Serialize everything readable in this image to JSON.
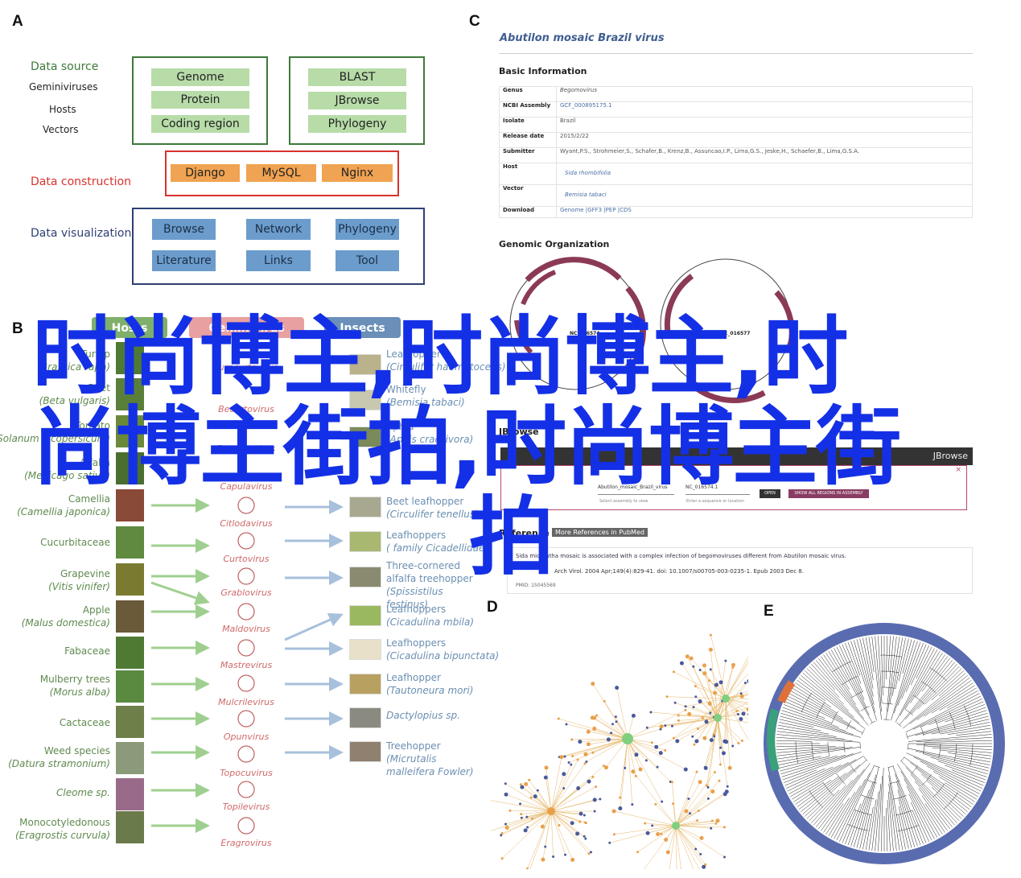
{
  "panel_labels": {
    "a": "A",
    "b": "B",
    "c": "C",
    "d": "D",
    "e": "E"
  },
  "panelA": {
    "data_source": "Data source",
    "source_items": [
      "Geminiviruses",
      "Hosts",
      "Vectors"
    ],
    "db_buttons": [
      "Genome",
      "Protein",
      "Coding region"
    ],
    "tool_buttons": [
      "BLAST",
      "JBrowse",
      "Phylogeny"
    ],
    "data_construction": "Data construction",
    "construction_buttons": [
      "Django",
      "MySQL",
      "Nginx"
    ],
    "data_visualization": "Data visualization",
    "vis_buttons": [
      "Browse",
      "Network",
      "Phylogeny",
      "Literature",
      "Links",
      "Tool"
    ],
    "colors": {
      "green": "#3d7a3a",
      "red": "#d9322c",
      "navy": "#2f3f74"
    }
  },
  "panelC": {
    "title": "Abutilon mosaic Brazil virus",
    "basic_info_heading": "Basic Information",
    "info_rows": [
      {
        "key": "Genus",
        "value": "Begomovirus"
      },
      {
        "key": "NCBI Assembly",
        "value": "GCF_000895175.1"
      },
      {
        "key": "Isolate",
        "value": "Brazil"
      },
      {
        "key": "Release date",
        "value": "2015/2/22"
      },
      {
        "key": "Submitter",
        "value": "Wyant,P.S., Strohmeier,S., Schafer,B., Krenz,B., Assuncao,I.P., Lima,G.S., Jeske,H., Schaefer,B., Lima,G.S.A."
      },
      {
        "key": "Host",
        "value": "Sida rhombifolia"
      },
      {
        "key": "Vector",
        "value": "Bemisia tabaci"
      },
      {
        "key": "Download",
        "value": "Genome |GFF3 |PEP |CDS"
      }
    ],
    "genomic_org_heading": "Genomic Organization",
    "plasmid_labels": [
      "NC_016574",
      "NC_016577"
    ],
    "jbrowse_heading": "JBrowse",
    "jbrowse_badge": "JBrowse",
    "jbrowse_assembly": "Abutilon_mosaic_Brazil_virus",
    "jbrowse_locus": "NC_016574.1",
    "jbrowse_hint_left": "Select assembly to view",
    "jbrowse_hint_right": "Enter a sequence or location",
    "jbrowse_open": "OPEN",
    "jbrowse_show_all": "SHOW ALL REGIONS IN ASSEMBLY",
    "refs_heading": "Reference",
    "refs_button": "More References in PubMed",
    "ref_line1": "Sida micrantha mosaic is associated with a complex infection of begomoviruses different from Abutilon mosaic virus.",
    "ref_line2": "Arch Virol. 2004 Apr;149(4):829-41. doi: 10.1007/s00705-003-0235-1. Epub 2003 Dec 8.",
    "ref_line3": "PMID: 15045569"
  },
  "panelB": {
    "headers": [
      "Hosts",
      "Geminivirus",
      "Insects"
    ],
    "header_colors": [
      "#7fb06b",
      "#e9a0a0",
      "#6a8fb8"
    ],
    "hosts": [
      {
        "name": "Turnip",
        "sci": "(Brassica rapa)"
      },
      {
        "name": "Beet",
        "sci": "(Beta vulgaris)"
      },
      {
        "name": "Tomato",
        "sci": "(Solanum lycopersicum)"
      },
      {
        "name": "Alfalfa",
        "sci": "(Medicago sativa)"
      },
      {
        "name": "Camellia",
        "sci": "(Camellia japonica)"
      },
      {
        "name": "Cucurbitaceae",
        "sci": ""
      },
      {
        "name": "Grapevine",
        "sci": "(Vitis vinifer)"
      },
      {
        "name": "Apple",
        "sci": "(Malus domestica)"
      },
      {
        "name": "Fabaceae",
        "sci": ""
      },
      {
        "name": "Mulberry trees",
        "sci": "(Morus alba)"
      },
      {
        "name": "Cactaceae",
        "sci": ""
      },
      {
        "name": "Weed species",
        "sci": "(Datura stramonium)"
      },
      {
        "name": "Cleome sp.",
        "sci": ""
      },
      {
        "name": "Monocotyledonous",
        "sci": "(Eragrostis curvula)"
      }
    ],
    "viruses": [
      "Turncurtovirus",
      "Becurtovirus",
      "Begomovirus",
      "Capulavirus",
      "Citlodavirus",
      "Curtovirus",
      "Grablovirus",
      "Maldovirus",
      "Mastrevirus",
      "Mulcrilevirus",
      "Opunvirus",
      "Topocuvirus",
      "Topilevirus",
      "Eragrovirus"
    ],
    "insects": [
      {
        "name": "Leafhopper",
        "sci": "(Circulifer haematoceps)"
      },
      {
        "name": "Whitefly",
        "sci": "(Bemisia tabaci)"
      },
      {
        "name": "Aphid",
        "sci": "(Aphis craccivora)"
      },
      {
        "name": "Beet leafhopper",
        "sci": "(Circulifer tenellus)"
      },
      {
        "name": "Leafhoppers",
        "sci": "( family Cicadellidae)"
      },
      {
        "name": "Three-cornered alfalfa treehopper",
        "sci": "(Spissistilus festinus)"
      },
      {
        "name": "Leafhoppers",
        "sci": "(Cicadulina mbila)"
      },
      {
        "name": "Leafhoppers",
        "sci": "(Cicadulina bipunctata)"
      },
      {
        "name": "Leafhopper",
        "sci": "(Tautoneura mori)"
      },
      {
        "name": "Dactylopius sp.",
        "sci": ""
      },
      {
        "name": "Treehopper",
        "sci": "(Micrutalis malleifera Fowler)"
      }
    ]
  },
  "watermark": {
    "line1": "时尚博主,时尚博主,时",
    "line2": "尚博主街拍,时尚博主街",
    "line3": "拍"
  }
}
